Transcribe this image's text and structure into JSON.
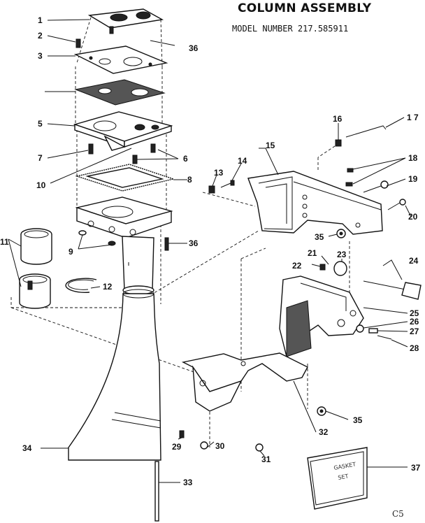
{
  "header": {
    "title": "COLUMN ASSEMBLY",
    "model_label": "MODEL NUMBER 217.585911"
  },
  "footer": {
    "page_code": "C5"
  },
  "gasket_set": {
    "line1": "GASKET",
    "line2": "SET"
  },
  "callouts": [
    {
      "id": "c1",
      "text": "1"
    },
    {
      "id": "c2",
      "text": "2"
    },
    {
      "id": "c3",
      "text": "3"
    },
    {
      "id": "c36a",
      "text": "36"
    },
    {
      "id": "c5",
      "text": "5"
    },
    {
      "id": "c7",
      "text": "7"
    },
    {
      "id": "c6",
      "text": "6"
    },
    {
      "id": "c10",
      "text": "10"
    },
    {
      "id": "c8",
      "text": "8"
    },
    {
      "id": "c9",
      "text": "9"
    },
    {
      "id": "c36b",
      "text": "36"
    },
    {
      "id": "c11",
      "text": "11"
    },
    {
      "id": "c12",
      "text": "12"
    },
    {
      "id": "c16",
      "text": "16"
    },
    {
      "id": "c17",
      "text": "1 7"
    },
    {
      "id": "c15",
      "text": "15"
    },
    {
      "id": "c14",
      "text": "14"
    },
    {
      "id": "c13",
      "text": "13"
    },
    {
      "id": "c18",
      "text": "18"
    },
    {
      "id": "c19",
      "text": "19"
    },
    {
      "id": "c20",
      "text": "20"
    },
    {
      "id": "c35a",
      "text": "35"
    },
    {
      "id": "c21",
      "text": "21"
    },
    {
      "id": "c22",
      "text": "22"
    },
    {
      "id": "c23",
      "text": "23"
    },
    {
      "id": "c24",
      "text": "24"
    },
    {
      "id": "c25",
      "text": "25"
    },
    {
      "id": "c26",
      "text": "26"
    },
    {
      "id": "c27",
      "text": "27"
    },
    {
      "id": "c28",
      "text": "28"
    },
    {
      "id": "c35b",
      "text": "35"
    },
    {
      "id": "c34",
      "text": "34"
    },
    {
      "id": "c29",
      "text": "29"
    },
    {
      "id": "c30",
      "text": "30"
    },
    {
      "id": "c31",
      "text": "31"
    },
    {
      "id": "c32",
      "text": "32"
    },
    {
      "id": "c33",
      "text": "33"
    },
    {
      "id": "c37",
      "text": "37"
    }
  ]
}
